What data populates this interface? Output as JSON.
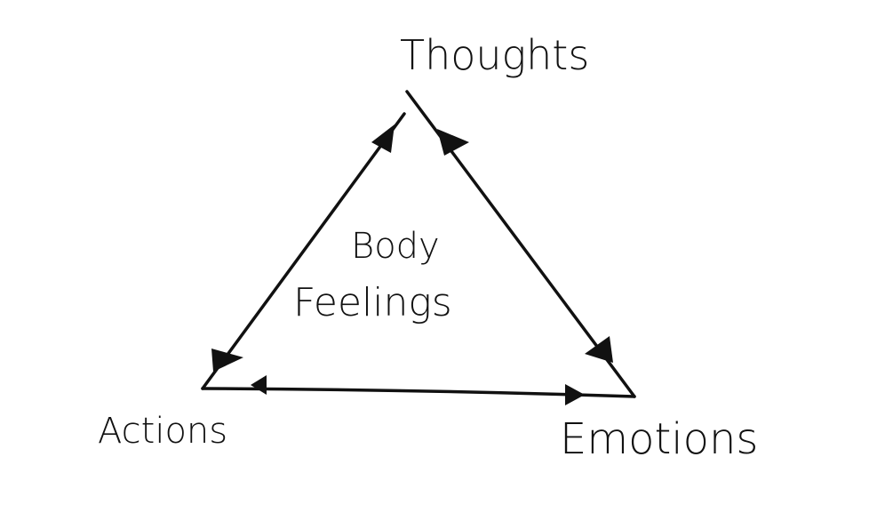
{
  "diagram": {
    "nodes": {
      "top": "Thoughts",
      "left": "Actions",
      "right": "Emotions",
      "center_line1": "Body",
      "center_line2": "Feelings"
    },
    "edges": [
      {
        "from": "Thoughts",
        "to": "Actions",
        "bidirectional": true
      },
      {
        "from": "Thoughts",
        "to": "Emotions",
        "bidirectional": true
      },
      {
        "from": "Actions",
        "to": "Emotions",
        "bidirectional": true
      }
    ],
    "colors": {
      "ink": "#111111",
      "background": "#ffffff"
    }
  }
}
